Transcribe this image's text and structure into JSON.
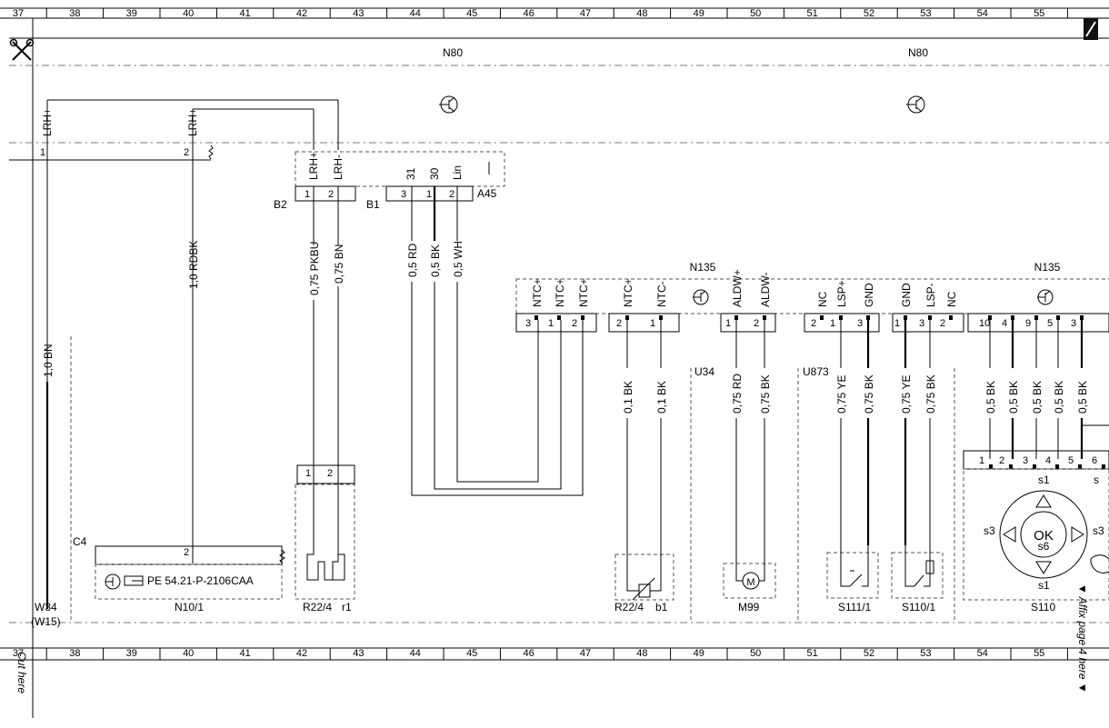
{
  "grid": {
    "columns": [
      "37",
      "38",
      "39",
      "40",
      "41",
      "42",
      "43",
      "44",
      "45",
      "46",
      "47",
      "48",
      "49",
      "50",
      "51",
      "52",
      "53",
      "54",
      "55"
    ]
  },
  "blocks": {
    "n80_left": "N80",
    "n80_right": "N80",
    "n135_left": "N135",
    "n135_right": "N135",
    "u34": "U34",
    "u873": "U873",
    "c4": "C4",
    "b2": "B2",
    "b1": "B1",
    "a45": "A45"
  },
  "connector_top": {
    "pin_labels": [
      "LRH+",
      "LRH-",
      "31",
      "30",
      "Lin"
    ],
    "pin_numbers": [
      "1",
      "2",
      "3",
      "1",
      "2"
    ]
  },
  "upper_pins": [
    {
      "label": "LRH+",
      "num": "1"
    },
    {
      "label": "LRH+",
      "num": "2"
    }
  ],
  "n135_pins": {
    "g1": [
      {
        "label": "NTC+",
        "num": "3"
      },
      {
        "label": "NTC+",
        "num": "1"
      },
      {
        "label": "NTC+",
        "num": "2"
      }
    ],
    "g2": [
      {
        "label": "NTC+",
        "num": "2"
      },
      {
        "label": "NTC-",
        "num": "1"
      }
    ],
    "g3": [
      {
        "label": "ALDW+",
        "num": "1"
      },
      {
        "label": "ALDW-",
        "num": "2"
      }
    ],
    "g4": [
      {
        "label": "NC",
        "num": "2"
      },
      {
        "label": "LSP+",
        "num": "1"
      },
      {
        "label": "GND",
        "num": "3"
      }
    ],
    "g5": [
      {
        "label": "GND",
        "num": "1"
      },
      {
        "label": "LSP-",
        "num": "3"
      },
      {
        "label": "NC",
        "num": "2"
      }
    ],
    "g6": [
      {
        "num": "10"
      },
      {
        "num": "4"
      },
      {
        "num": "9"
      },
      {
        "num": "5"
      },
      {
        "num": "3"
      }
    ]
  },
  "wires": {
    "w_1bn": "1,0 BN",
    "w_1rdbk": "1,0 RDBK",
    "w_075pkbu": "0,75 PKBU",
    "w_075bn": "0,75 BN",
    "w_05rd": "0,5 RD",
    "w_05bk": "0,5 BK",
    "w_05wh": "0,5 WH",
    "w_01bk_a": "0,1 BK",
    "w_01bk_b": "0,1 BK",
    "w_075rd": "0,75 RD",
    "w_075bk_a": "0,75 BK",
    "w_075ye_a": "0,75 YE",
    "w_075bk_b": "0,75 BK",
    "w_075ye_b": "0,75 YE",
    "w_075bk_c": "0,75 BK",
    "w_05bk_list": [
      "0,5 BK",
      "0,5 BK",
      "0,5 BK",
      "0,5 BK",
      "0,5 BK"
    ]
  },
  "components": {
    "n10_1": "N10/1",
    "n10_ref": "PE 54.21-P-2106CAA",
    "n10_pin": "2",
    "w34": "W34",
    "w15": "(W15)",
    "r22_4_left": "R22/4",
    "r1": "r1",
    "r22_4_mid": "R22/4",
    "b1_small": "b1",
    "m99": "M99",
    "m_symbol": "M",
    "s111_1": "S111/1",
    "s110_1": "S110/1",
    "s110": "S110",
    "r22_pins": [
      "1",
      "2"
    ],
    "s110_pins": [
      "1",
      "2",
      "3",
      "4",
      "5",
      "6"
    ],
    "s110_keys": {
      "top": "s1",
      "left": "s3",
      "right": "s3",
      "bottom": "s1",
      "center_ok": "OK",
      "center_s": "s6",
      "edge": "s"
    }
  },
  "margin_text": {
    "cut_here": "Cut here",
    "affix": "▼ Affix page 4 here ▼"
  },
  "colors": {
    "line": "#000000",
    "dash": "#777777",
    "background": "#ffffff"
  }
}
